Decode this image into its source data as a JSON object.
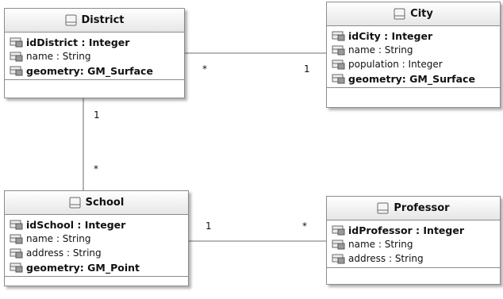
{
  "classes": {
    "district": {
      "name": "District",
      "attributes": [
        {
          "text": "idDistrict : Integer",
          "bold": true
        },
        {
          "text": "name : String",
          "bold": false
        },
        {
          "text": "geometry: GM_Surface",
          "bold": true
        }
      ]
    },
    "city": {
      "name": "City",
      "attributes": [
        {
          "text": "idCity : Integer",
          "bold": true
        },
        {
          "text": "name : String",
          "bold": false
        },
        {
          "text": "population : Integer",
          "bold": false
        },
        {
          "text": "geometry: GM_Surface",
          "bold": true
        }
      ]
    },
    "school": {
      "name": "School",
      "attributes": [
        {
          "text": "idSchool : Integer",
          "bold": true
        },
        {
          "text": "name : String",
          "bold": false
        },
        {
          "text": "address : String",
          "bold": false
        },
        {
          "text": "geometry: GM_Point",
          "bold": true
        }
      ]
    },
    "professor": {
      "name": "Professor",
      "attributes": [
        {
          "text": "idProfessor : Integer",
          "bold": true
        },
        {
          "text": "name : String",
          "bold": false
        },
        {
          "text": "address : String",
          "bold": false
        }
      ]
    }
  },
  "associations": [
    {
      "from": "district",
      "to": "city",
      "from_mult": "*",
      "to_mult": "1"
    },
    {
      "from": "district",
      "to": "school",
      "from_mult": "1",
      "to_mult": "*"
    },
    {
      "from": "school",
      "to": "professor",
      "from_mult": "1",
      "to_mult": "*"
    }
  ],
  "colors": {
    "border": "#8c8c8c",
    "line": "#8c8c8c",
    "icon": "#666666"
  }
}
